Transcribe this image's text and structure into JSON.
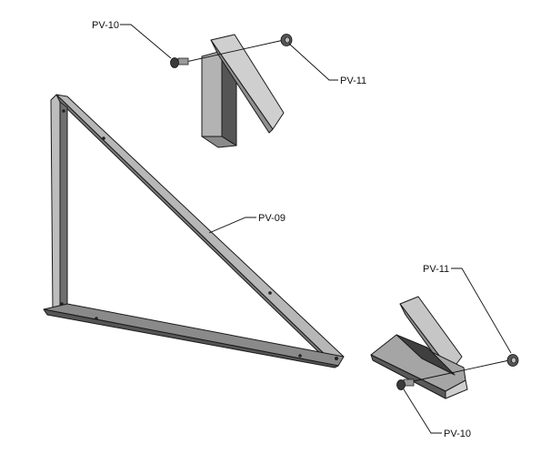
{
  "labels": {
    "pv10_top": "PV-10",
    "pv11_top": "PV-11",
    "pv09": "PV-09",
    "pv11_bottom": "PV-11",
    "pv10_bottom": "PV-10"
  },
  "colors": {
    "steel_light": "#c9c9c9",
    "steel_mid": "#a9a9a9",
    "steel_dark": "#6e6e6e",
    "steel_shadow": "#4a4a4a",
    "line": "#111111"
  }
}
